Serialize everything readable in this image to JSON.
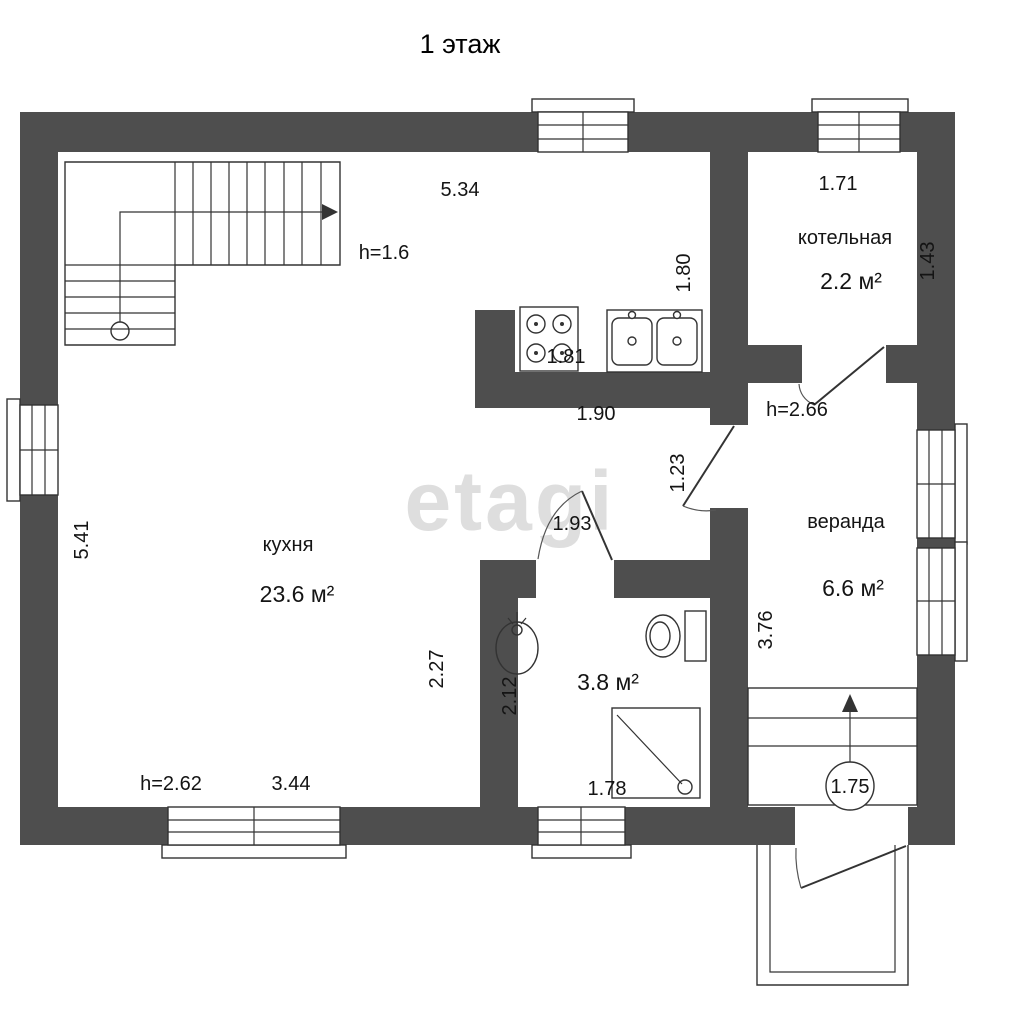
{
  "title": "1 этаж",
  "watermark": "etagi",
  "rooms": {
    "kitchen": {
      "name": "кухня",
      "area": "23.6 м²",
      "ceiling": "h=2.62"
    },
    "boiler": {
      "name": "котельная",
      "area": "2.2 м²"
    },
    "veranda": {
      "name": "веранда",
      "area": "6.6 м²",
      "ceiling": "h=2.66"
    },
    "bathroom": {
      "area": "3.8 м²"
    },
    "stairs": {
      "ceiling": "h=1.6"
    }
  },
  "dimensions": {
    "top_width": "5.34",
    "boiler_width": "1.71",
    "boiler_depth": "1.43",
    "counter_side": "1.80",
    "stove_width": "1.81",
    "hall_width": "1.90",
    "hall_door": "1.23",
    "hall_length": "1.93",
    "left_height": "5.41",
    "kitchen_width": "3.44",
    "bath_wall": "2.27",
    "bath_sink_side": "2.12",
    "veranda_depth": "3.76",
    "bath_width": "1.78",
    "porch_width": "1.75"
  }
}
